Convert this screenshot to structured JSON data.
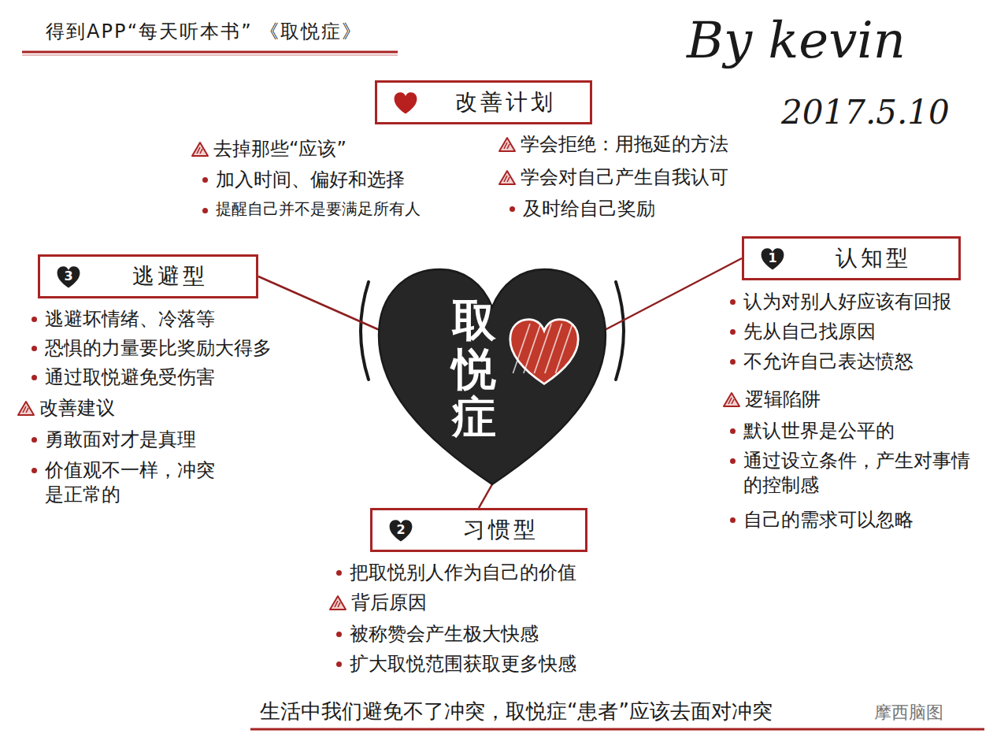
{
  "diagram": {
    "title": "得到APP“每天听本书” 《取悦症》",
    "caption": "生活中我们避免不了冲突，取悦症“患者”应该去面对冲突",
    "nodes": [
      {
        "text": [
          "改善计划",
          "去掉那些“应该”",
          "加入时间、偏好和选择",
          "提醒自己并不是要满足所有人",
          "学会拒绝：用拖延的方法",
          "学会对自己产生自我认可",
          "及时给自己奖励"
        ]
      },
      {
        "text": [
          "3",
          "逃避型",
          "逃避坏情绪、冷落等",
          "恐惧的力量要比奖励大得多",
          "通过取悦避免受伤害",
          "改善建议",
          "勇敢面对才是真理",
          "价值观不一样，冲突是正常的"
        ]
      },
      {
        "text": [
          "1",
          "认知型",
          "认为对别人好应该有回报",
          "先从自己找原因",
          "不允许自己表达愤怒",
          "逻辑陷阱",
          "默认世界是公平的",
          "通过设立条件，产生对事情的控制感",
          "自己的需求可以忽略"
        ]
      },
      {
        "text": [
          "取悦症"
        ]
      },
      {
        "text": [
          "2",
          "习惯型",
          "把取悦别人作为自己的价值",
          "背后原因",
          "被称赞会产生极大快感",
          "扩大取悦范围获取更多快感"
        ]
      }
    ],
    "edges": [
      {
        "from": 3,
        "to": 1,
        "arrow": "none"
      },
      {
        "from": 3,
        "to": 2,
        "arrow": "none"
      },
      {
        "from": 3,
        "to": 4,
        "arrow": "none"
      }
    ],
    "labels": [
      "By kevin",
      "2017.5.10",
      "摩西脑图"
    ]
  }
}
